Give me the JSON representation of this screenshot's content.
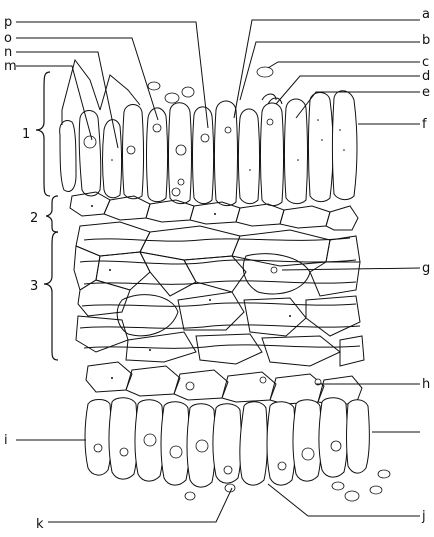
{
  "figure": {
    "left_labels": {
      "p": "p",
      "o": "o",
      "n": "n",
      "m": "m",
      "i": "i",
      "k": "k"
    },
    "right_labels": {
      "a": "a",
      "b": "b",
      "c": "c",
      "d": "d",
      "e": "e",
      "f": "f",
      "g": "g",
      "h": "h",
      "j": "j"
    },
    "region_labels": {
      "r1": "1",
      "r2": "2",
      "r3": "3"
    }
  }
}
